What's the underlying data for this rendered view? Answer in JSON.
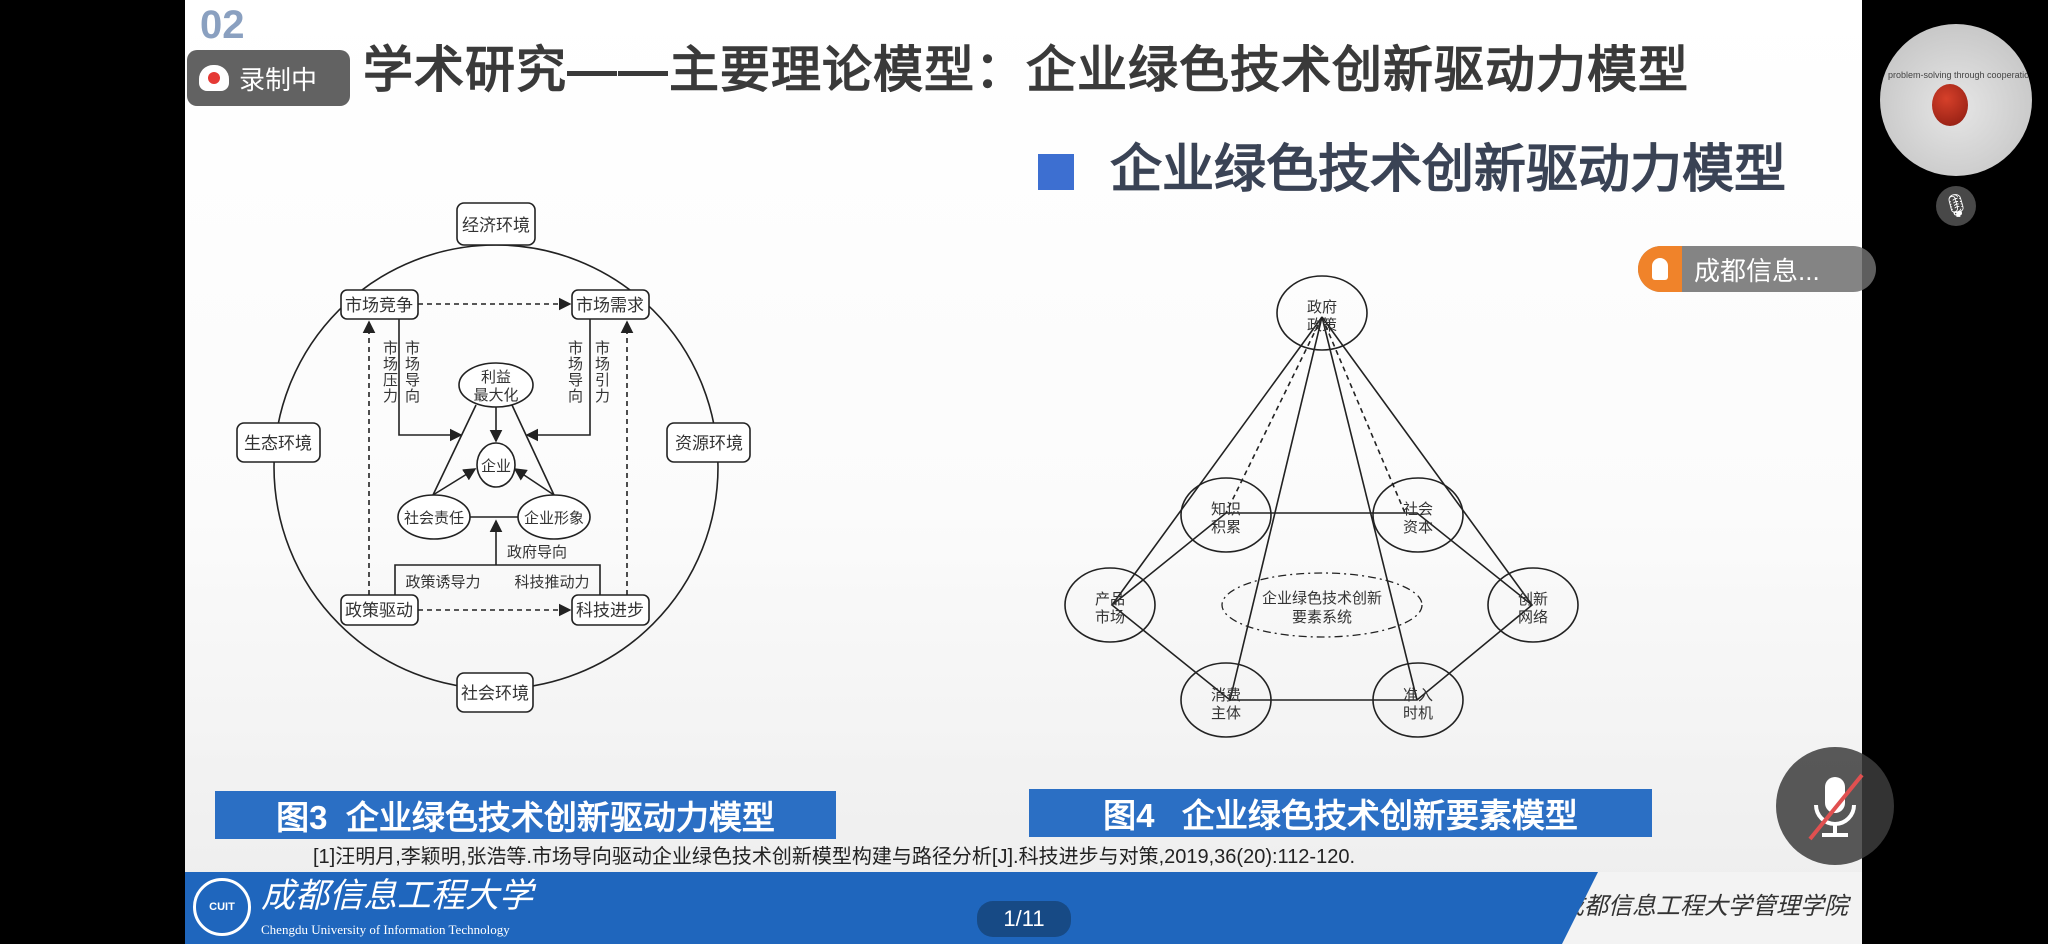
{
  "recording": {
    "label": "录制中",
    "section_number": "02"
  },
  "slide": {
    "title": "学术研究——主要理论模型：企业绿色技术创新驱动力模型",
    "subtitle": "企业绿色技术创新驱动力模型",
    "figure3": {
      "caption": "图3  企业绿色技术创新驱动力模型",
      "outer": {
        "top": "经济环境",
        "left": "生态环境",
        "right": "资源环境",
        "bottom": "社会环境"
      },
      "inner": {
        "market_competition": "市场竞争",
        "market_demand": "市场需求",
        "policy_drive": "政策驱动",
        "tech_progress": "科技进步"
      },
      "forces": {
        "market_pressure": "市场压力",
        "market_orientation_left": "市场导向",
        "market_orientation_right": "市场导向",
        "market_attraction": "市场引力",
        "gov_orientation": "政府导向",
        "policy_induction": "政策诱导力",
        "tech_push": "科技推动力"
      },
      "core": {
        "profit": "利益",
        "profit2": "最大化",
        "enterprise": "企业",
        "social_responsibility": "社会责任",
        "corporate_image": "企业形象"
      }
    },
    "figure4": {
      "caption": "图4   企业绿色技术创新要素模型",
      "nodes": {
        "gov": [
          "政府",
          "政策"
        ],
        "knowledge": [
          "知识",
          "积累"
        ],
        "social_capital": [
          "社会",
          "资本"
        ],
        "product_market": [
          "产品",
          "市场"
        ],
        "innovation_network": [
          "创新",
          "网络"
        ],
        "consumer": [
          "消费",
          "主体"
        ],
        "entry_timing": [
          "准入",
          "时机"
        ]
      },
      "center": [
        "企业绿色技术创新",
        "要素系统"
      ]
    },
    "reference": "[1]汪明月,李颖明,张浩等.市场导向驱动企业绿色技术创新模型构建与路径分析[J].科技进步与对策,2019,36(20):112-120.",
    "footer": {
      "emblem": "CUIT",
      "university_cn": "成都信息工程大学",
      "university_en": "Chengdu University of Information Technology",
      "school": "成都信息工程大学管理学院"
    },
    "page_indicator": "1/11"
  },
  "participant": {
    "name": "成都信息...",
    "camera_caption": "problem-solving through cooperation"
  }
}
